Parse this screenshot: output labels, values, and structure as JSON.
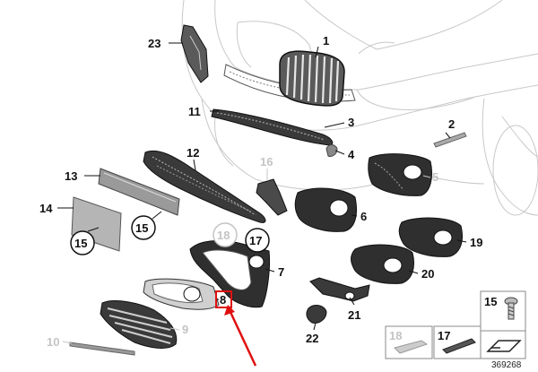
{
  "diagram": {
    "callouts": [
      {
        "id": "1",
        "text": "1"
      },
      {
        "id": "2",
        "text": "2"
      },
      {
        "id": "3",
        "text": "3"
      },
      {
        "id": "4",
        "text": "4"
      },
      {
        "id": "5",
        "text": "5"
      },
      {
        "id": "6",
        "text": "6"
      },
      {
        "id": "7",
        "text": "7"
      },
      {
        "id": "8",
        "text": "8"
      },
      {
        "id": "9",
        "text": "9"
      },
      {
        "id": "10",
        "text": "10"
      },
      {
        "id": "11",
        "text": "11"
      },
      {
        "id": "12",
        "text": "12"
      },
      {
        "id": "13",
        "text": "13"
      },
      {
        "id": "14",
        "text": "14"
      },
      {
        "id": "15a",
        "text": "15"
      },
      {
        "id": "15b",
        "text": "15"
      },
      {
        "id": "16",
        "text": "16"
      },
      {
        "id": "17",
        "text": "17"
      },
      {
        "id": "18",
        "text": "18"
      },
      {
        "id": "19",
        "text": "19"
      },
      {
        "id": "20",
        "text": "20"
      },
      {
        "id": "21",
        "text": "21"
      },
      {
        "id": "22",
        "text": "22"
      },
      {
        "id": "23",
        "text": "23"
      }
    ],
    "legend": {
      "box_15": "15",
      "box_18": "18",
      "box_17": "17"
    },
    "diagram_number": "369268",
    "highlight_color": "#e01010"
  }
}
